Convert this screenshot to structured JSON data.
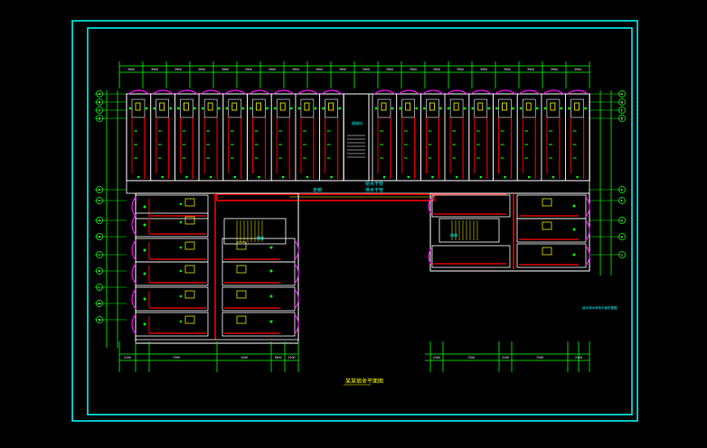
{
  "drawing": {
    "title": "某某宿舍平面图",
    "note": "给水排水系统平面布置图",
    "stair_label_main": "楼梯间",
    "stair_label_left": "楼梯",
    "stair_label_right": "楼梯",
    "corridor_label": "走廊",
    "pipe_label": "给水干管",
    "pipe_label_2": "排水干管",
    "dim_top": [
      "3900",
      "3900",
      "3900",
      "3900",
      "3900",
      "3900",
      "3900",
      "3900",
      "3900",
      "3900",
      "3900",
      "3900",
      "3900",
      "3900",
      "3900",
      "3900",
      "3900",
      "3900",
      "3900",
      "3900"
    ],
    "dim_bottom_left": [
      "2100",
      "7200",
      "1200",
      "3600",
      "2100"
    ],
    "dim_bottom_right": [
      "2100",
      "7200",
      "2100",
      "7200",
      "2100"
    ],
    "axis_left": [
      "A",
      "B",
      "C",
      "D",
      "E",
      "F",
      "G",
      "H",
      "J",
      "K",
      "L",
      "M",
      "N"
    ],
    "axis_right": [
      "A",
      "B",
      "C",
      "D",
      "E",
      "F",
      "G",
      "H",
      "J"
    ],
    "colors": {
      "frame": "#00ffff",
      "wall": "#ffffff",
      "dimension": "#00ff00",
      "water_pipe": "#ff0000",
      "drain": "#00ff00",
      "window_arc": "#ff00ff",
      "fixture": "#ffff00",
      "text": "#ffff00"
    }
  }
}
